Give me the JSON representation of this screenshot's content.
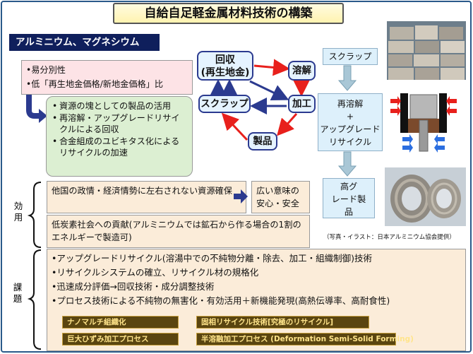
{
  "title": "自給自足軽金属材料技術の構築",
  "section_heading": "アルミニウム、マグネシウム",
  "features": [
    "•易分別性",
    "•低「再生地金価格/新地金価格」比"
  ],
  "benefits": [
    "資源の塊としての製品の活用",
    "再溶解・アップグレードリサイクルによる回収",
    "合金組成のユビキタス化によるリサイクルの加速"
  ],
  "cycle": {
    "recovery": "回収",
    "recovery_sub": "(再生地金)",
    "melting": "溶解",
    "processing": "加工",
    "scrap": "スクラップ",
    "product": "製品"
  },
  "upgrade_flow": {
    "scrap": "スクラップ",
    "remelt_lines": [
      "再溶解",
      "+",
      "アップグレード",
      "リサイクル"
    ],
    "high_grade_lines": [
      "高グ",
      "レード製",
      "品"
    ]
  },
  "photo_credit": "（写真・イラスト：日本アルミニウム協会提供）",
  "effects": {
    "label_chars": [
      "効",
      "用"
    ],
    "securing": "他国の政情・経済情勢に左右されない資源確保",
    "peace_of_mind": "広い意味の安心・安全",
    "society": "低炭素社会への貢献(アルミニウムでは鉱石から作る場合の1割のエネルギーで製造可)"
  },
  "issues": {
    "label_chars": [
      "課",
      "題"
    ],
    "items": [
      "•アップグレードリサイクル(溶湯中での不純物分離・除去、加工・組織制御)技術",
      "•リサイクルシステムの確立、リサイクル材の規格化",
      "•迅速成分評価→回収技術・成分調整技術",
      "•プロセス技術による不純物の無害化・有効活用＋新機能発現(高熱伝導率、高耐食性)"
    ],
    "chips": [
      "ナノマルチ組織化",
      "固相リサイクル技術[究極のリサイクル]",
      "巨大ひずみ加工プロセス",
      "半溶融加工プロセス (Deformation  Semi-Solid Forming)"
    ]
  },
  "colors": {
    "heading_bg": "#0f1f5c",
    "cycle_red": "#e8201c",
    "cycle_blue": "#2b3a8f",
    "chip_bg": "#5a4510",
    "chip_text": "#ffe48a"
  }
}
